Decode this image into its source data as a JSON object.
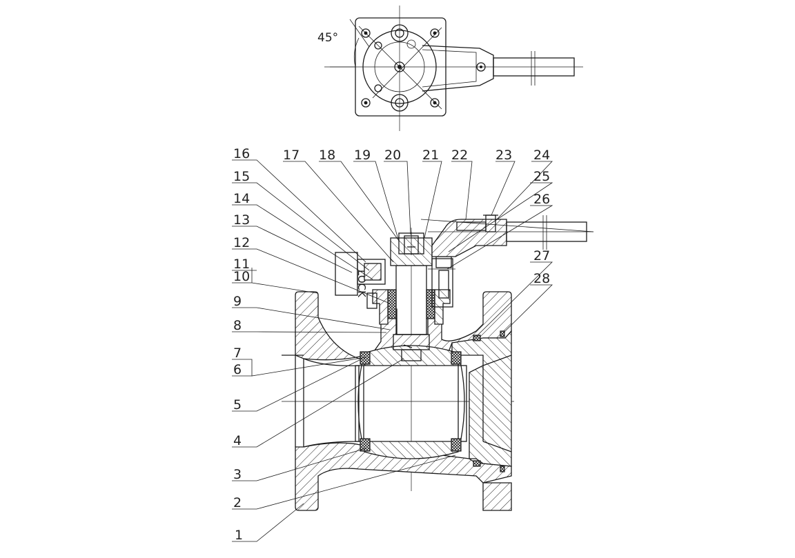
{
  "top_view": {
    "angle_label": "45°"
  },
  "lock_label": "LOCK",
  "callouts": {
    "left": [
      "16",
      "15",
      "14",
      "13",
      "12",
      "11",
      "10",
      "9",
      "8",
      "7",
      "6",
      "5",
      "4",
      "3",
      "2",
      "1"
    ],
    "top": [
      "17",
      "18",
      "19",
      "20",
      "21",
      "22",
      "23",
      "24"
    ],
    "right": [
      "25",
      "26",
      "27",
      "28"
    ]
  }
}
